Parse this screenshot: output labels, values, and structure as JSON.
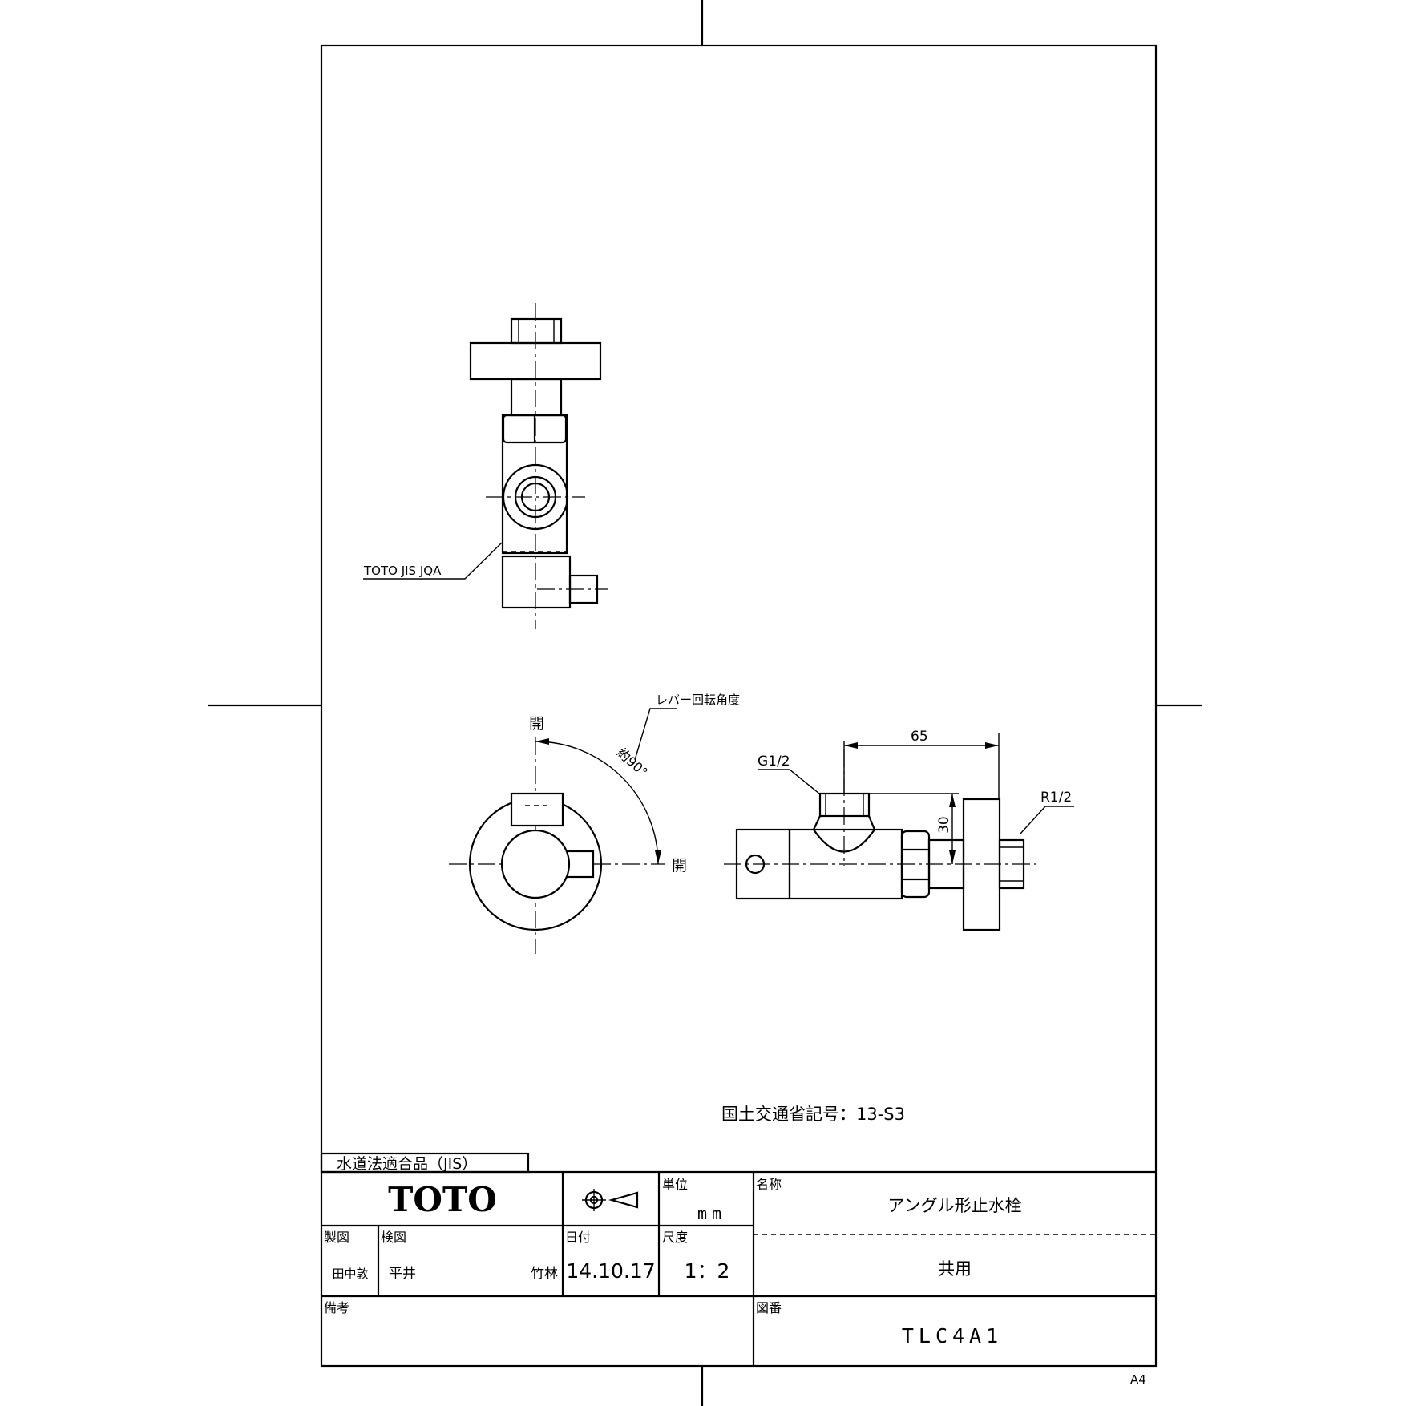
{
  "labels": {
    "callout_marking": "TOTO JIS JQA",
    "lever_rotation_angle": "レバー回転角度",
    "open_top": "開",
    "open_right": "開",
    "angle_approx": "約90°",
    "dim_length": "65",
    "dim_height": "30",
    "thread_inlet": "G1/2",
    "thread_outlet": "R1/2",
    "mlit_code": "国土交通省記号：13-S3"
  },
  "title_block": {
    "certification": "水道法適合品（JIS）",
    "brand": "TOTO",
    "unit_header": "単位",
    "unit_value": "mm",
    "name_header": "名称",
    "product_name": "アングル形止水栓",
    "usage": "共用",
    "drawn_header": "製図",
    "drawn_by": "田中敦",
    "checked_header": "検図",
    "checked_by_1": "平井",
    "checked_by_2": "竹林",
    "date_header": "日付",
    "date_value": "14.10.17",
    "scale_header": "尺度",
    "scale_value": "1：2",
    "remarks_header": "備考",
    "drawing_no_header": "図番",
    "drawing_no": "TLC4A1",
    "paper_size": "A4"
  }
}
